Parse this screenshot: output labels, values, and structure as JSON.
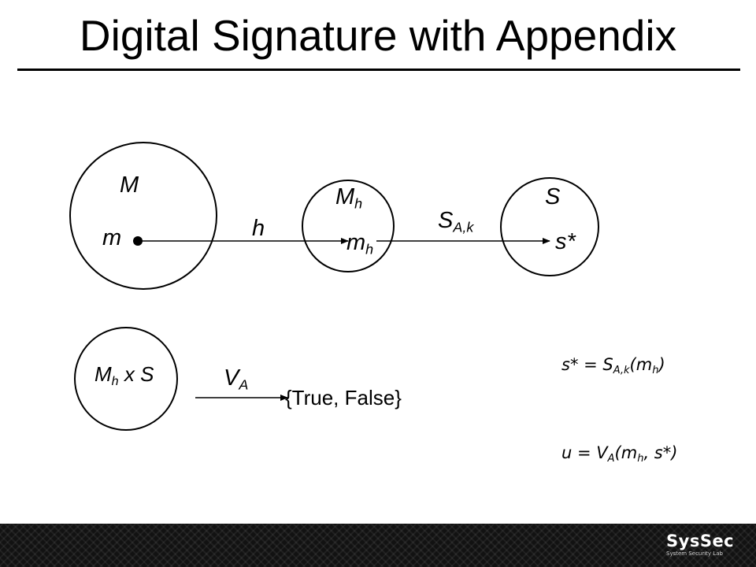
{
  "slide": {
    "title": "Digital Signature with Appendix"
  },
  "diagram": {
    "set_M": "M",
    "elem_m": "m",
    "arrow_h": "h",
    "set_Mh": {
      "base": "M",
      "sub": "h"
    },
    "elem_mh": {
      "base": "m",
      "sub": "h"
    },
    "arrow_S": {
      "base": "S",
      "sub": "A,k"
    },
    "set_S": "S",
    "elem_s": "s*",
    "domain_V": {
      "a": "M",
      "a_sub": "h",
      "rest": " x S"
    },
    "arrow_V": {
      "base": "V",
      "sub": "A"
    },
    "result_set": "{True, False}"
  },
  "equations": {
    "sign": {
      "pre": "s* = S",
      "sub": "A,k",
      "mid": "(m",
      "sub2": "h",
      "post": ")"
    },
    "verify": {
      "pre": "u = V",
      "sub": "A",
      "mid": "(m",
      "sub2": "h",
      "post": ", s*)"
    }
  },
  "footer": {
    "logo_text": "SysSec",
    "logo_subtext": "System Security Lab"
  }
}
